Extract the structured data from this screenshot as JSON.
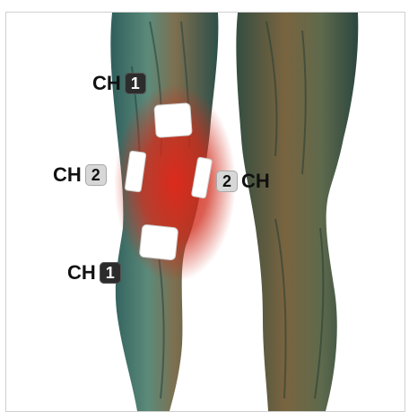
{
  "labels": {
    "top_left": {
      "text": "CH",
      "channel": "1"
    },
    "mid_left": {
      "text": "CH",
      "channel": "2"
    },
    "mid_right": {
      "text": "CH",
      "channel": "2"
    },
    "bottom_left": {
      "text": "CH",
      "channel": "1"
    }
  },
  "colors": {
    "channel1_badge": "#2c2c2c",
    "channel2_badge": "#d7d7d7",
    "pain_glow": "#e0261a",
    "muscle_teal": "#4f7f72",
    "muscle_brown": "#7a5a3a"
  }
}
